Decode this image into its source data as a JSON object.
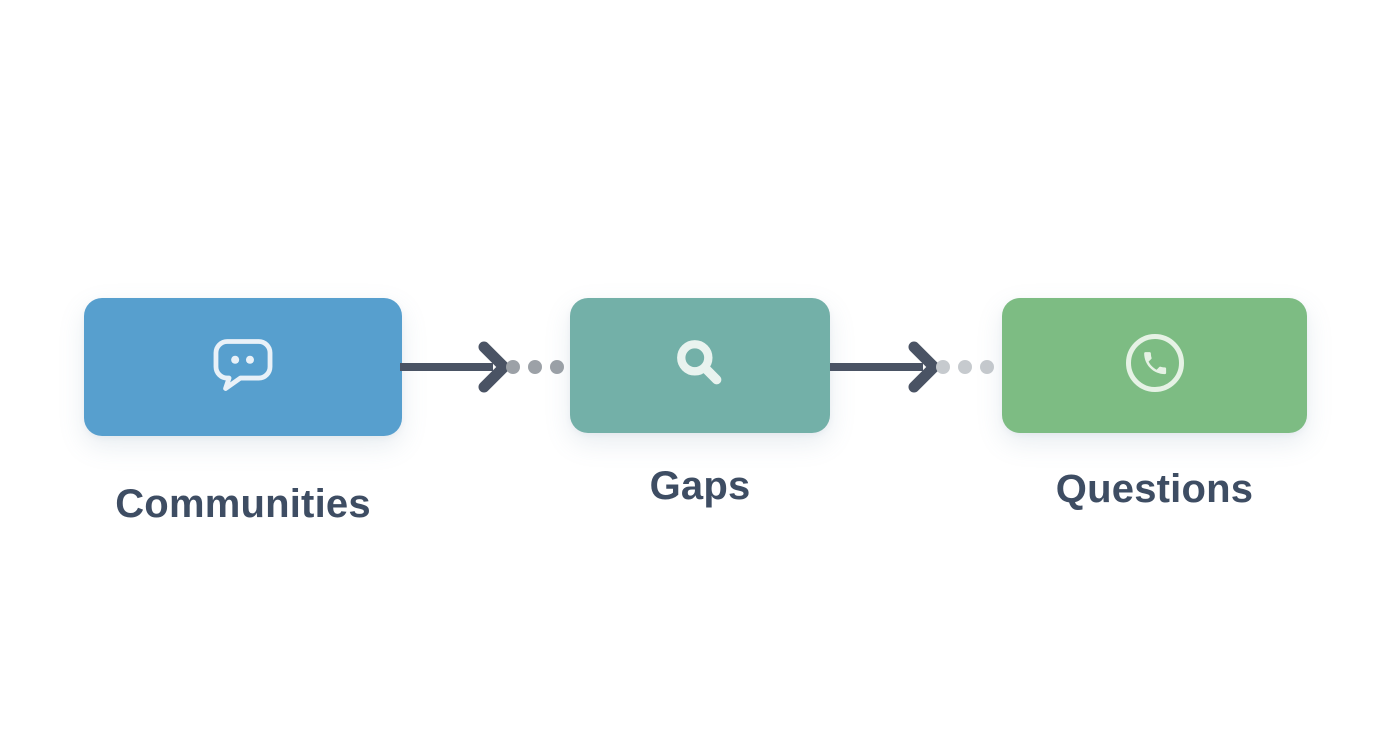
{
  "background": "#ffffff",
  "diagram": {
    "type": "flow",
    "direction": "left-to-right",
    "nodes": [
      {
        "id": "communities",
        "label": "Communities",
        "icon": "chat-bubble-icon",
        "box_color": "#579FCE",
        "icon_color": "#E9F1F8"
      },
      {
        "id": "gaps",
        "label": "Gaps",
        "icon": "search-icon",
        "box_color": "#73B0A8",
        "icon_color": "#E9F3EF"
      },
      {
        "id": "questions",
        "label": "Questions",
        "icon": "phone-icon",
        "box_color": "#7DBC83",
        "icon_color": "#E6F2E5"
      }
    ],
    "connectors": [
      {
        "from": "communities",
        "to": "gaps",
        "style": "solid-arrow-then-dots",
        "line_color": "#4A5364",
        "dot_color": "#9CA1A7",
        "dot_count": 3
      },
      {
        "from": "gaps",
        "to": "questions",
        "style": "solid-arrow-then-dots",
        "line_color": "#4A5364",
        "dot_color": "#C6CACE",
        "dot_count": 3
      }
    ],
    "label_color": "#3E4D63"
  }
}
